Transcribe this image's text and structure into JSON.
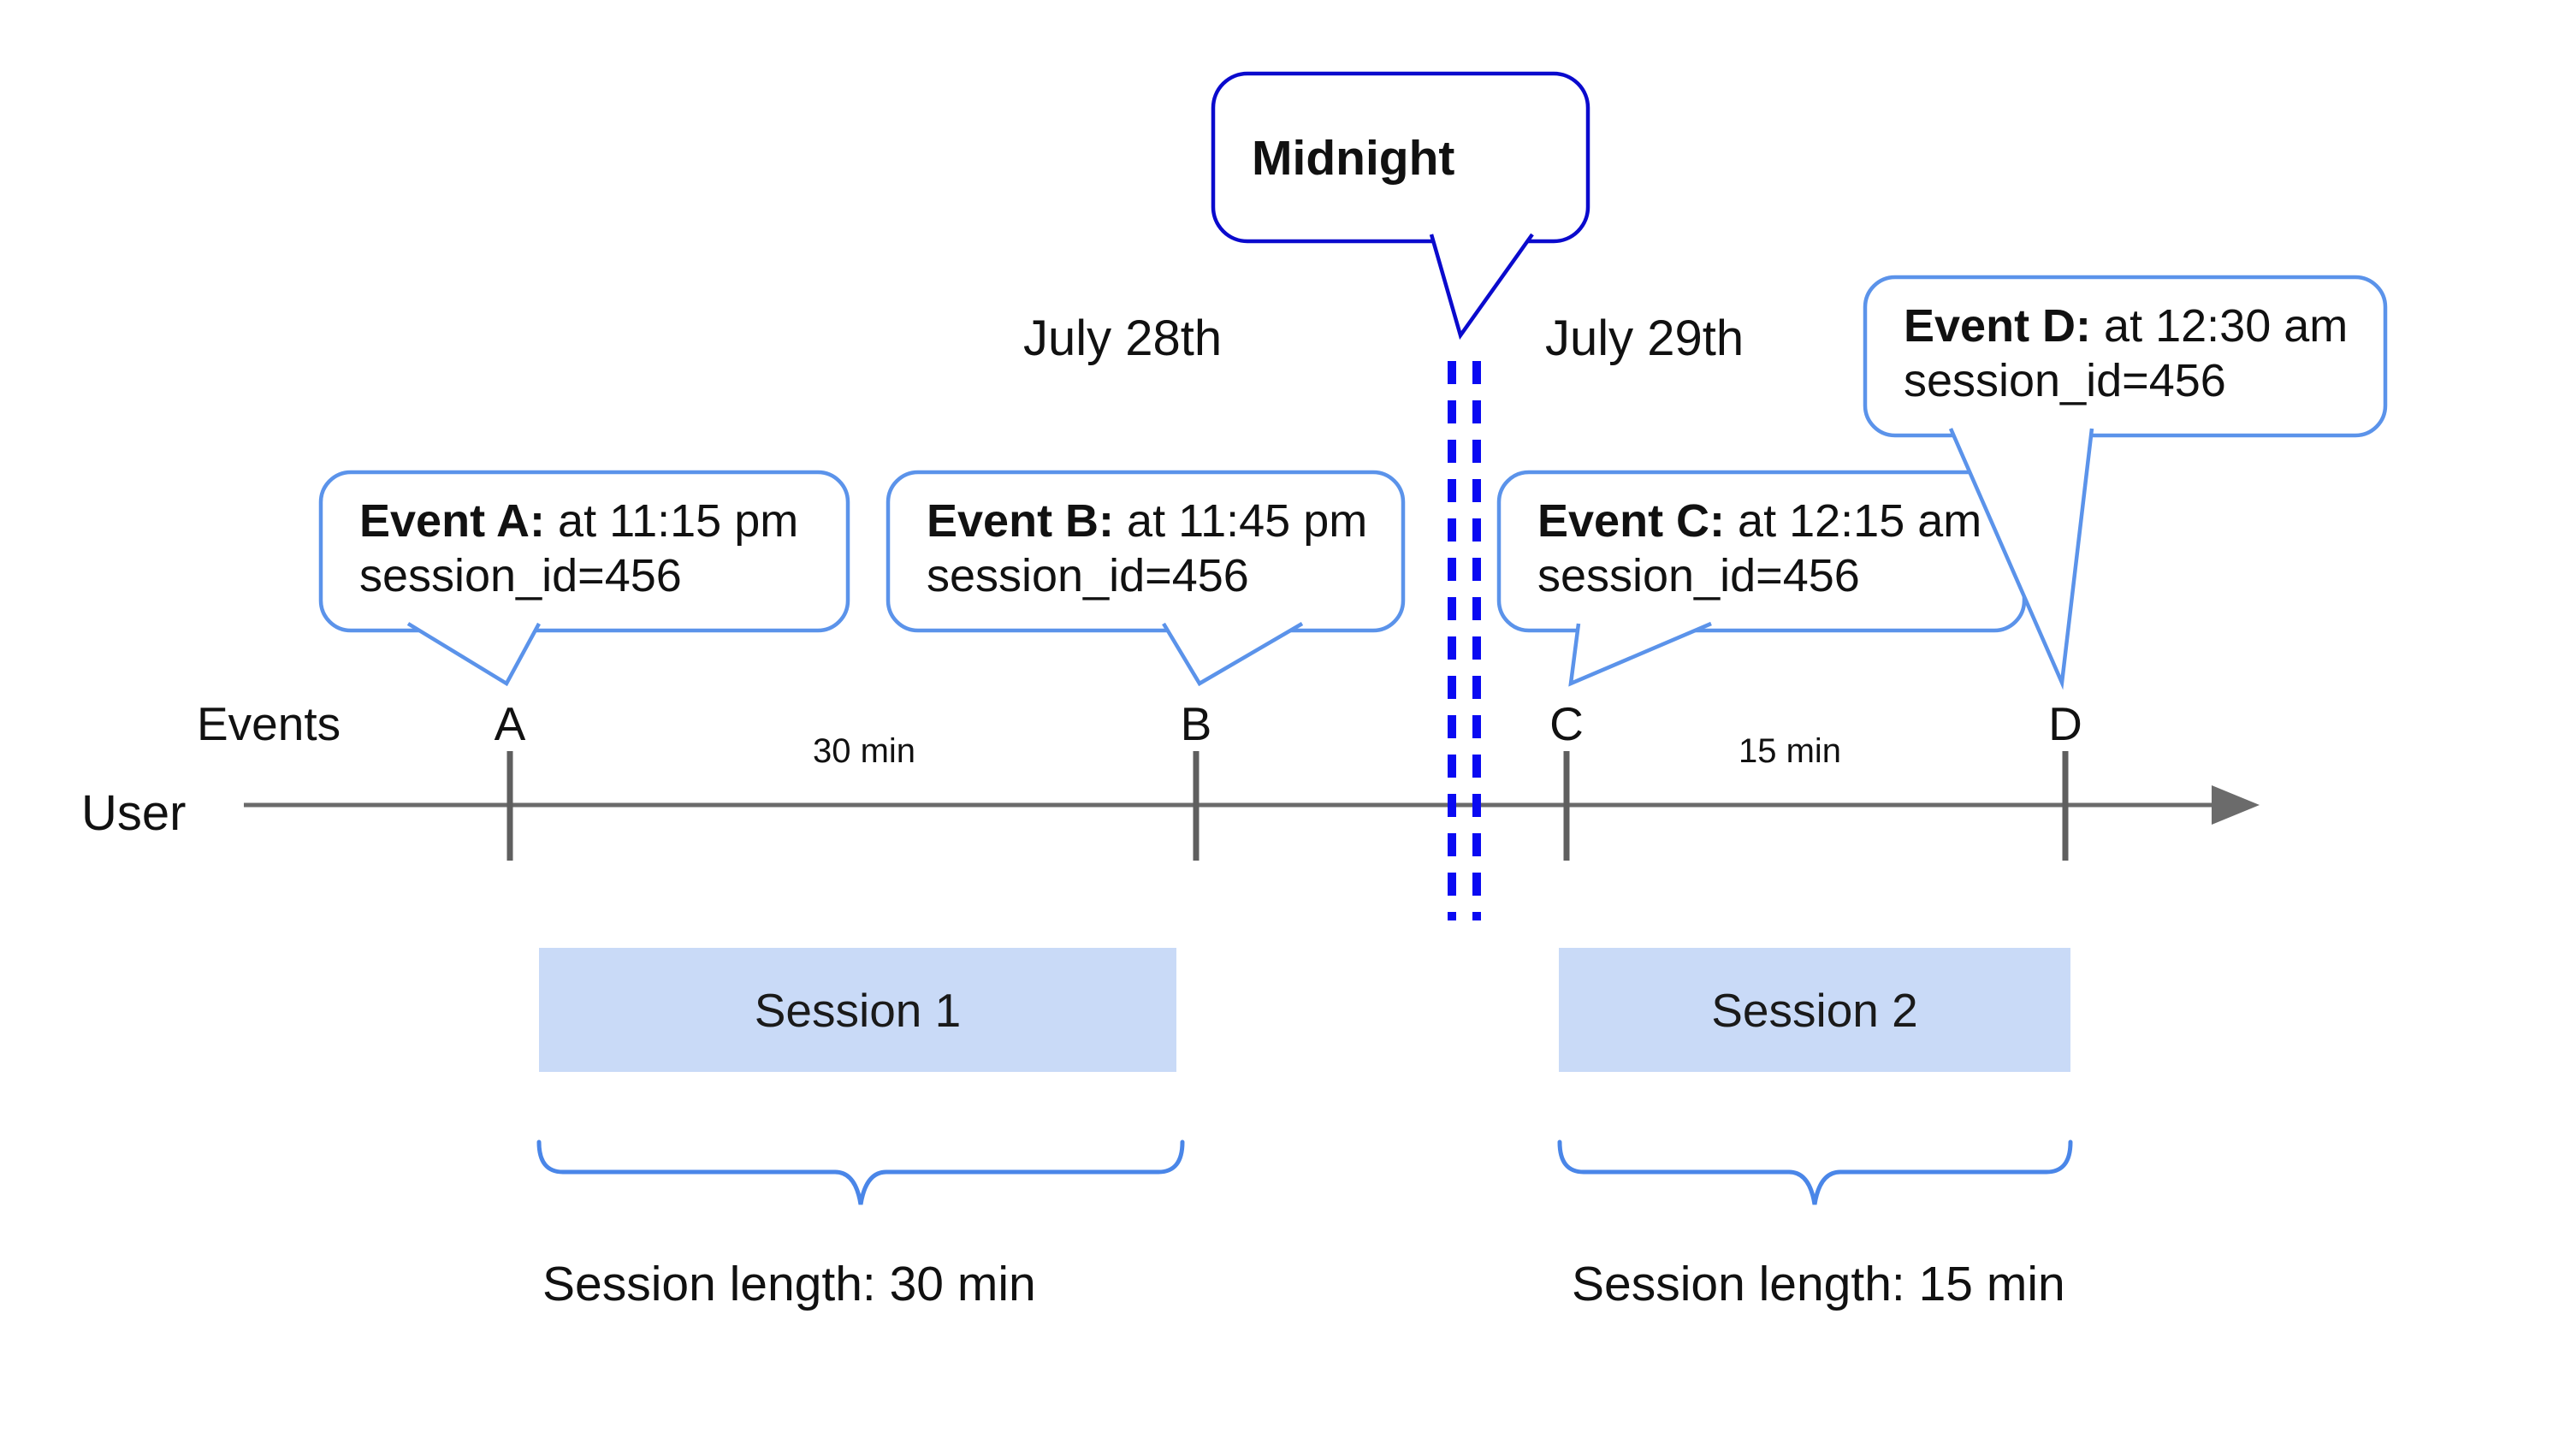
{
  "dates": {
    "july_28": "July 28th",
    "july_29": "July 29th"
  },
  "midnight": {
    "label": "Midnight"
  },
  "axis": {
    "events_label": "Events",
    "user_label": "User",
    "interval_ab": "30 min",
    "interval_cd": "15 min"
  },
  "events": [
    {
      "tick": "A",
      "label_bold": "Event A:",
      "label_time": " at 11:15 pm",
      "session_line": "session_id=456"
    },
    {
      "tick": "B",
      "label_bold": "Event B:",
      "label_time": " at 11:45 pm",
      "session_line": "session_id=456"
    },
    {
      "tick": "C",
      "label_bold": "Event C:",
      "label_time": " at 12:15 am",
      "session_line": "session_id=456"
    },
    {
      "tick": "D",
      "label_bold": "Event D:",
      "label_time": " at 12:30 am",
      "session_line": "session_id=456"
    }
  ],
  "sessions": [
    {
      "name": "Session 1",
      "length_label": "Session length: 30 min"
    },
    {
      "name": "Session 2",
      "length_label": "Session length: 15 min"
    }
  ],
  "colors": {
    "midnight_blue": "#0a0acd",
    "dashed_line_blue": "#0a0af2",
    "bubble_border_blue": "#5b93ea",
    "brace_blue": "#4a86e8",
    "session_fill": "#c9daf7",
    "timeline_gray": "#6b6b6b",
    "tick_gray": "#5f5f5f"
  }
}
